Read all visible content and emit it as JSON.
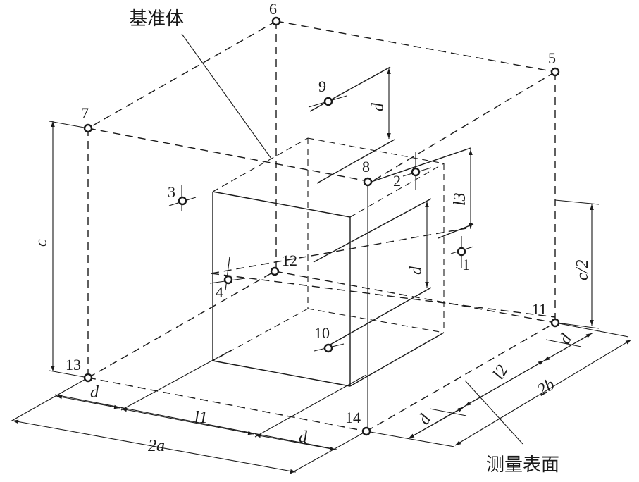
{
  "labels": {
    "reference_body": "基准体",
    "measuring_surface": "测量表面"
  },
  "points": {
    "p1": "1",
    "p2": "2",
    "p3": "3",
    "p4": "4",
    "p5": "5",
    "p6": "6",
    "p7": "7",
    "p8": "8",
    "p9": "9",
    "p10": "10",
    "p11": "11",
    "p12": "12",
    "p13": "13",
    "p14": "14"
  },
  "dimensions": {
    "c": "c",
    "c_half": "c/2",
    "d": "d",
    "l1": "l1",
    "l2": "l2",
    "l3": "l3",
    "two_a": "2a",
    "two_b": "2b"
  }
}
